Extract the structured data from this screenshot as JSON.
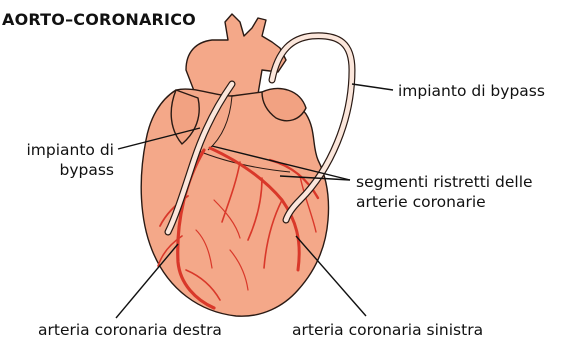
{
  "title": "AORTO–CORONARICO",
  "labels": {
    "bypass_right": "impianto di bypass",
    "bypass_left_line1": "impianto di",
    "bypass_left_line2": "bypass",
    "narrowed_line1": "segmenti ristretti delle",
    "narrowed_line2": "arterie coronarie",
    "right_coronary": "arteria coronaria destra",
    "left_coronary": "arteria coronaria sinistra"
  },
  "colors": {
    "heart_fill": "#f4a889",
    "heart_outline": "#2a1a14",
    "artery": "#d9382a",
    "graft": "#fbe6db"
  }
}
